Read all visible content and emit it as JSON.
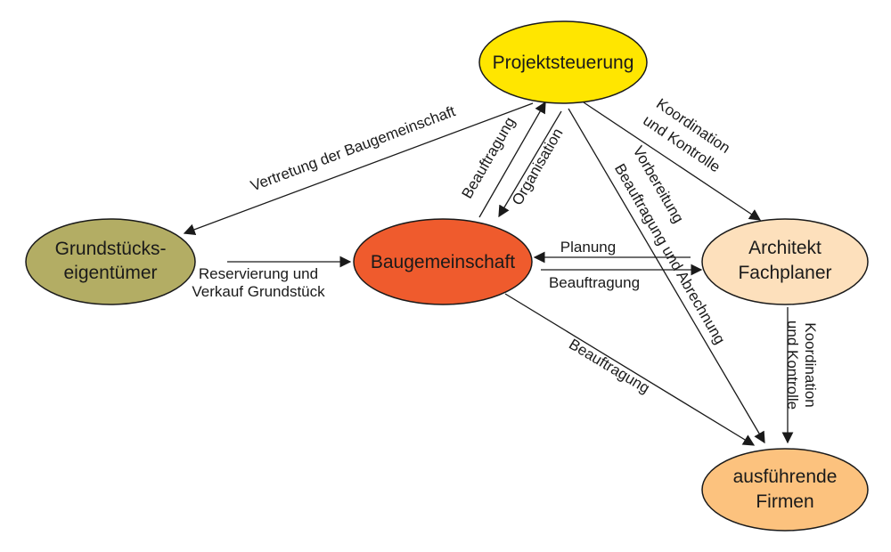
{
  "colors": {
    "projektsteuerung": "#ffe600",
    "grundstueck": "#b3ad64",
    "baugemeinschaft": "#ef5b2d",
    "architekt": "#fde0bc",
    "firmen": "#fcc27e"
  },
  "nodes": {
    "projektsteuerung": "Projektsteuerung",
    "grundstueck": {
      "line1": "Grundstücks-",
      "line2": "eigentümer"
    },
    "baugemeinschaft": "Baugemeinschaft",
    "architekt": {
      "line1": "Architekt",
      "line2": "Fachplaner"
    },
    "firmen": {
      "line1": "ausführende",
      "line2": "Firmen"
    }
  },
  "edges": {
    "vertretung": "Vertretung der Baugemeinschaft",
    "beauftragung_ps": "Beauftragung",
    "organisation": "Organisation",
    "koordination_arch": {
      "line1": "Koordination",
      "line2": "und Kontrolle"
    },
    "vorbereitung": {
      "line1": "Vorbereitung",
      "line2": "Beauftragung und Abrechnung"
    },
    "reservierung": {
      "line1": "Reservierung und",
      "line2": "Verkauf Grundstück"
    },
    "planung": "Planung",
    "beauftragung_arch": "Beauftragung",
    "beauftragung_firmen": "Beauftragung",
    "koordination_firmen": {
      "line1": "Koordination",
      "line2": "und Kontrolle"
    }
  }
}
